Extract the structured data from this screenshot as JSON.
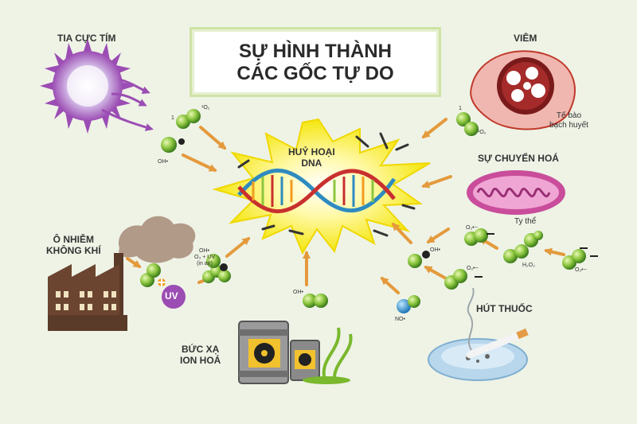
{
  "title": {
    "line1": "SỰ HÌNH THÀNH",
    "line2": "CÁC GỐC TỰ DO"
  },
  "center": {
    "label_line1": "HUỶ HOẠI",
    "label_line2": "DNA"
  },
  "sources": {
    "uv": "TIA CỰC TÍM",
    "inflammation": "VIÊM",
    "lymphocyte_line1": "Tế bào",
    "lymphocyte_line2": "bạch huyết",
    "metabolism": "SỰ CHUYỂN HOÁ",
    "mitochondria": "Ty thể",
    "pollution_line1": "Ô NHIỄM",
    "pollution_line2": "KHÔNG KHÍ",
    "radiation_line1": "BỨC XẠ",
    "radiation_line2": "ION HOÁ",
    "smoking": "HÚT THUỐC"
  },
  "molecules": {
    "singlet_oxygen": "¹O₂",
    "one": "1",
    "hydroxyl": "OH•",
    "hydrogen_peroxide": "H₂O₂",
    "superoxide": "O₂•−",
    "nitric_oxide": "NO•",
    "uv_badge": "UV",
    "ozone_line1": "O₃ + UV",
    "ozone_line2": "(in air)"
  },
  "colors": {
    "background": "#eef3e6",
    "burst": "#f7ef2a",
    "arrow": "#e49a3c",
    "molecule": "#8cc63f",
    "uv_purple": "#9b4db3"
  }
}
